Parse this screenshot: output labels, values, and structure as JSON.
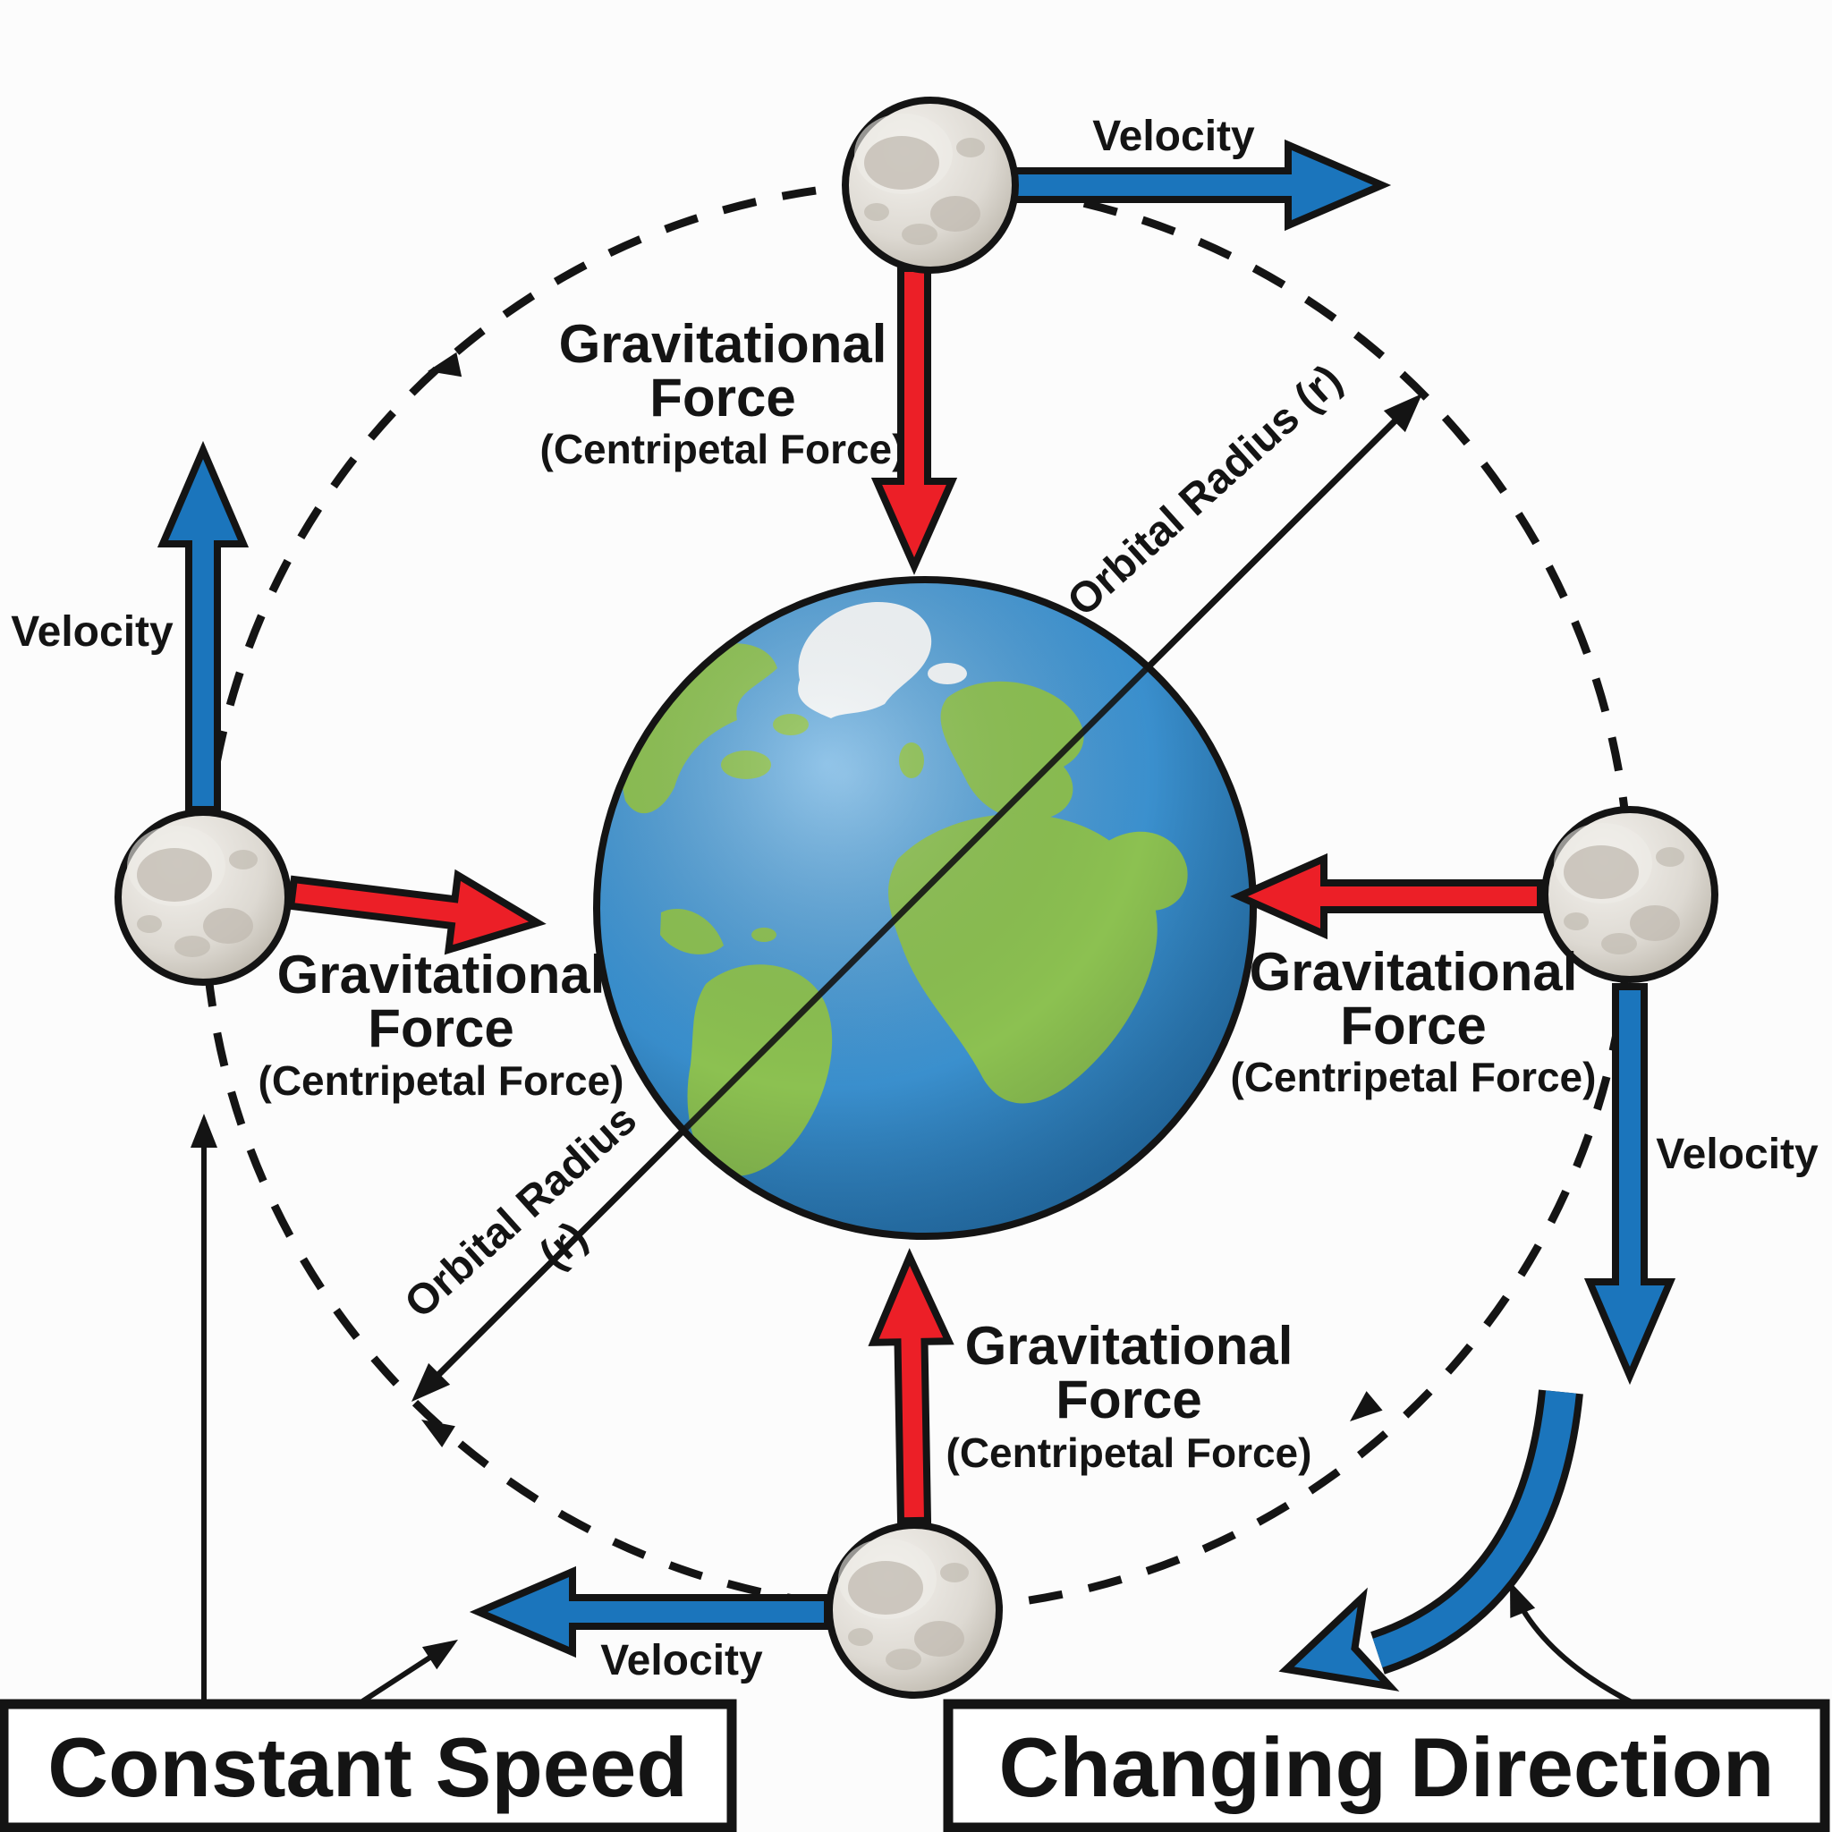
{
  "labels": {
    "velocity": "Velocity",
    "gravitational": {
      "line1": "Gravitational",
      "line2": "Force",
      "line3": "(Centripetal Force)"
    },
    "orbital_radius": "Orbital Radius",
    "orbital_radius_r": "(r)",
    "orbital_radius_full": "Orbital Radius (r)"
  },
  "boxes": {
    "constant_speed": "Constant Speed",
    "changing_direction": "Changing Direction"
  },
  "colors": {
    "velocity_blue": "#1b75bc",
    "force_red": "#ec1f27",
    "outline": "#141414",
    "earth_ocean": "#3a8fcd",
    "earth_land": "#8cc151",
    "earth_ice": "#f4f8fa",
    "moon_base": "#dcd8d2",
    "moon_maria": "#c0bab0",
    "box_bg": "#ffffff",
    "canvas_bg": "#fcfcfc"
  }
}
